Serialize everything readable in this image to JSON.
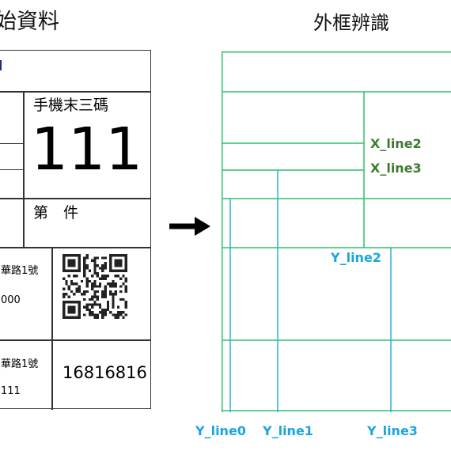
{
  "left": {
    "title": "始資料",
    "phone_label": "手機末三碼",
    "phone_digits": "111",
    "piece_label": "第　件",
    "row1_address": "華路1號",
    "row1_code": "000",
    "row2_address": "華路1號",
    "row2_code": "111",
    "tracking_number": "16816816"
  },
  "right": {
    "title": "外框辨識",
    "labels": {
      "x_line2": "X_line2",
      "x_line3": "X_line3",
      "y_line0": "Y_line0",
      "y_line1": "Y_line1",
      "y_line2": "Y_line2",
      "y_line3": "Y_line3"
    }
  },
  "colors": {
    "frame_green": "#2fbf6f",
    "frame_cyan": "#27b6d4",
    "label_green": "#3d7a2f",
    "label_blue": "#1aa6dd"
  },
  "icons": {
    "arrow": "right-arrow-icon",
    "qr": "qr-code-icon"
  }
}
